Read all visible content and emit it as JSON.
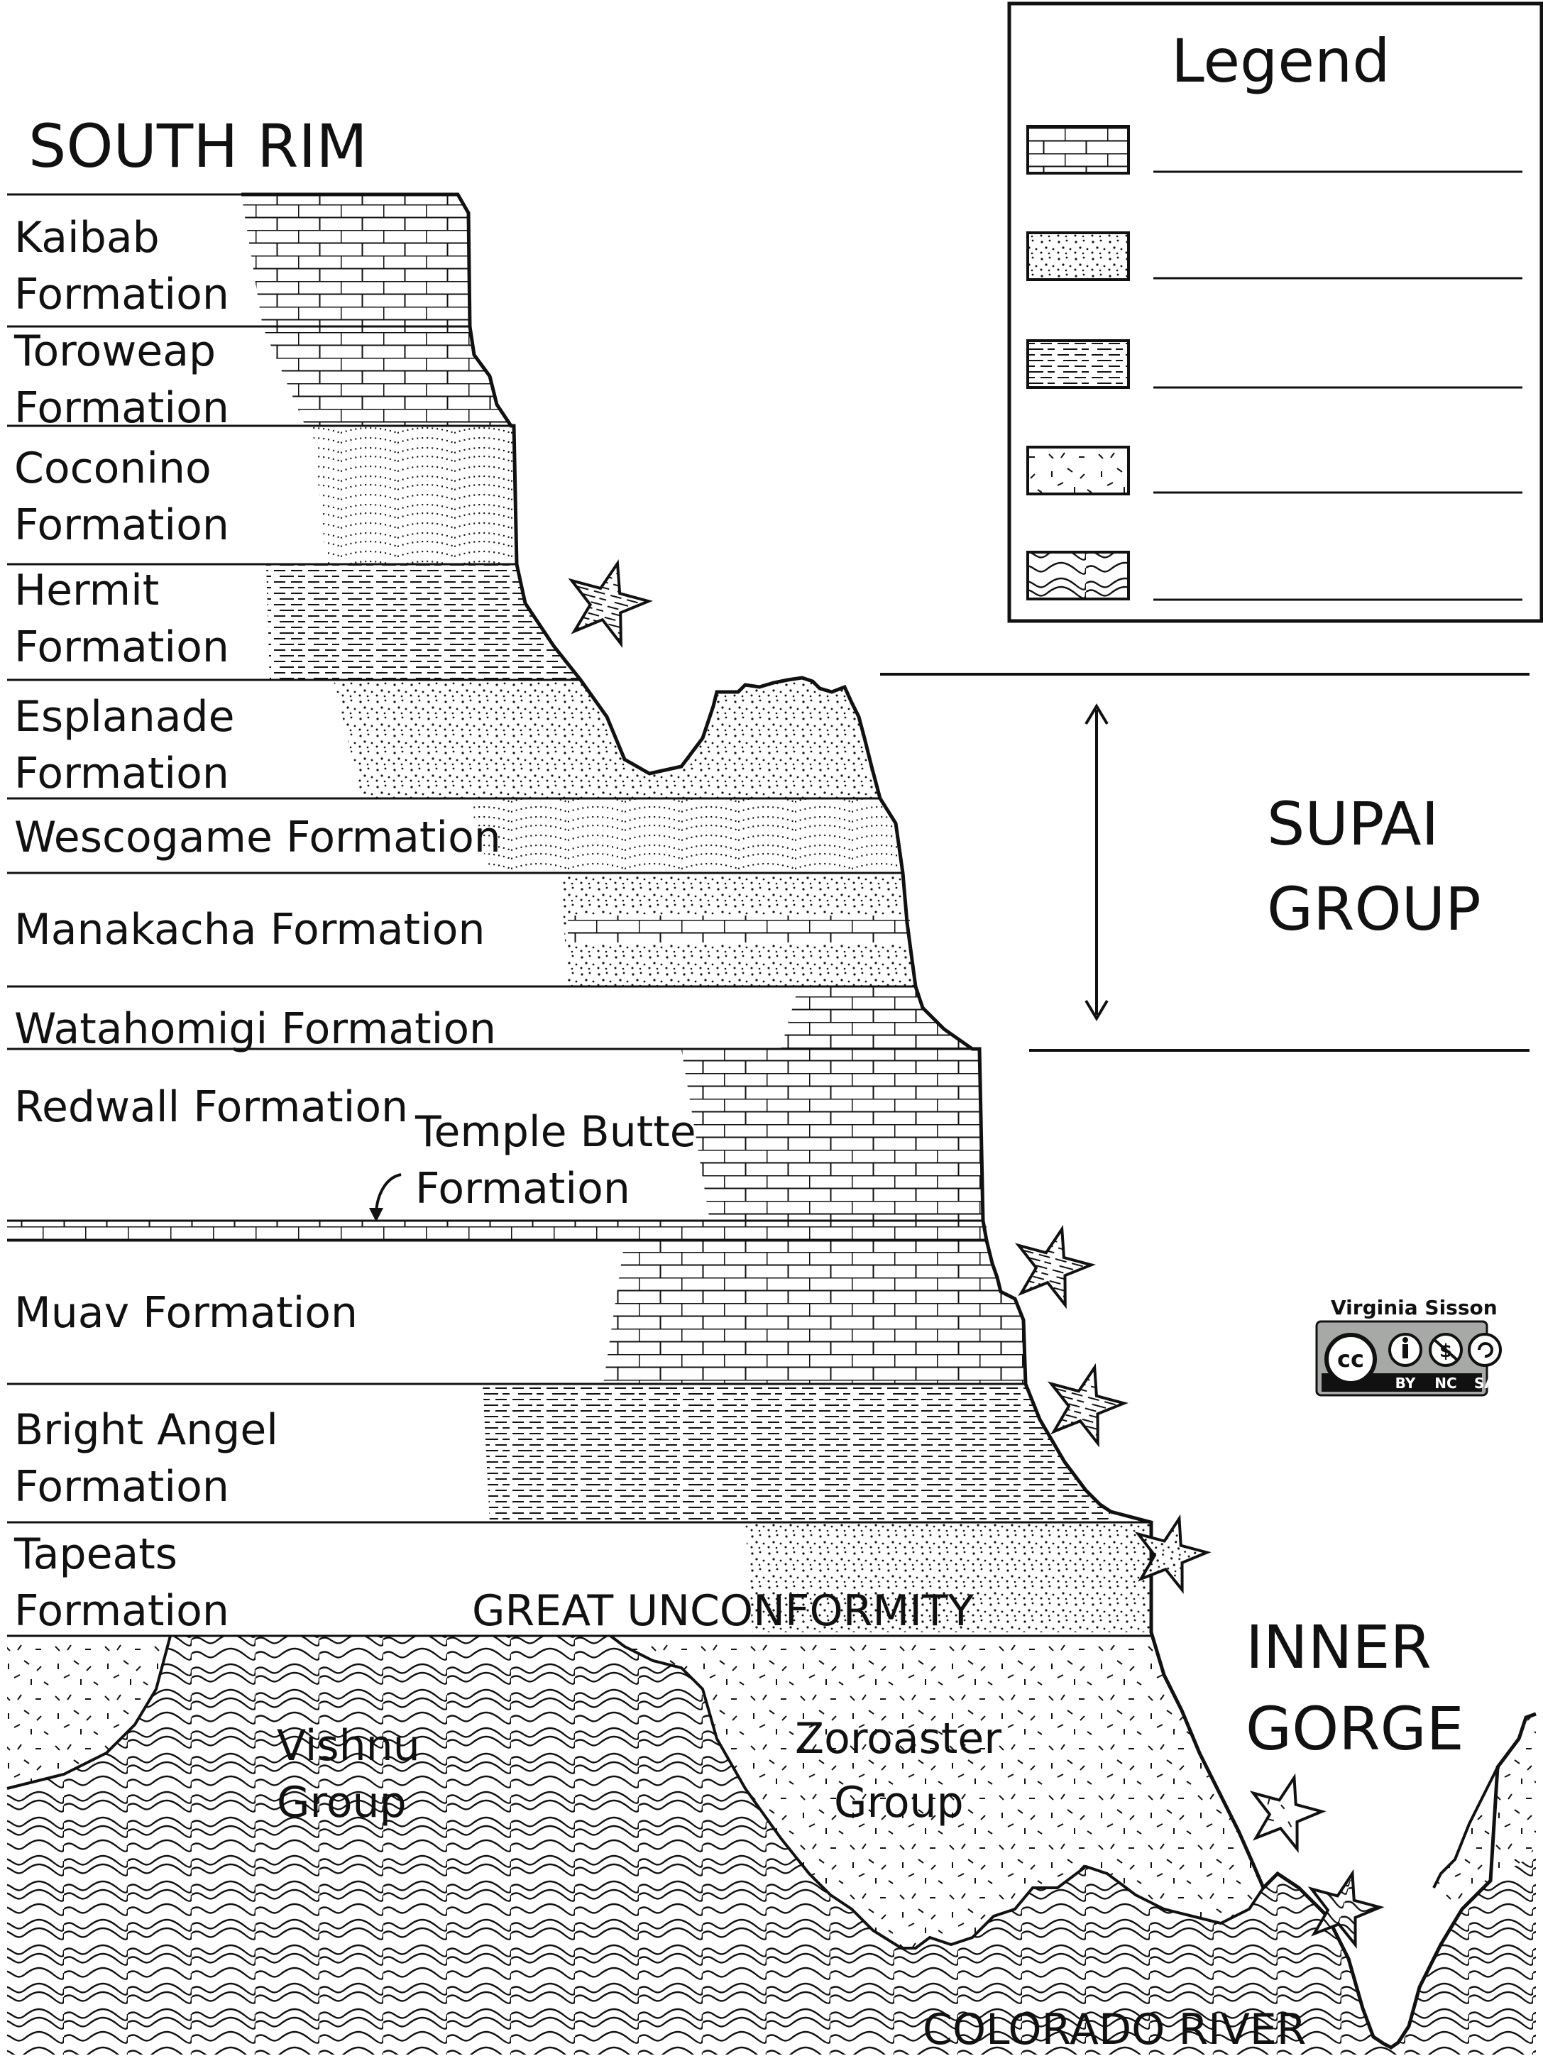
{
  "title": "SOUTH RIM",
  "legend": {
    "title": "Legend",
    "items": [
      {
        "pattern": "limestone",
        "answer": ""
      },
      {
        "pattern": "sandstone",
        "answer": ""
      },
      {
        "pattern": "shale",
        "answer": ""
      },
      {
        "pattern": "igneous",
        "answer": ""
      },
      {
        "pattern": "metamorphic",
        "answer": ""
      }
    ]
  },
  "formations": {
    "kaibab": [
      "Kaibab",
      "Formation"
    ],
    "toroweap": [
      "Toroweap",
      "Formation"
    ],
    "coconino": [
      "Coconino",
      "Formation"
    ],
    "hermit": [
      "Hermit",
      "Formation"
    ],
    "esplanade": [
      "Esplanade",
      "Formation"
    ],
    "wescogame": "Wescogame Formation",
    "manakacha": "Manakacha Formation",
    "watahomigi": "Watahomigi Formation",
    "redwall": "Redwall Formation",
    "temple_butte": [
      "Temple Butte",
      "Formation"
    ],
    "muav": "Muav Formation",
    "bright_angel": [
      "Bright Angel",
      "Formation"
    ],
    "tapeats": [
      "Tapeats",
      "Formation"
    ]
  },
  "supai": [
    "SUPAI",
    "GROUP"
  ],
  "great_unconformity": "GREAT UNCONFORMITY",
  "vishnu": [
    "Vishnu",
    "Group"
  ],
  "zoroaster": [
    "Zoroaster",
    "Group"
  ],
  "inner_gorge": [
    "INNER",
    "GORGE"
  ],
  "river": "COLORADO RIVER",
  "credit": {
    "author": "Virginia Sisson",
    "cc": "cc",
    "by": "BY",
    "nc": "NC",
    "sa": "SA"
  },
  "colors": {
    "ink": "#111111",
    "paper": "#ffffff"
  }
}
